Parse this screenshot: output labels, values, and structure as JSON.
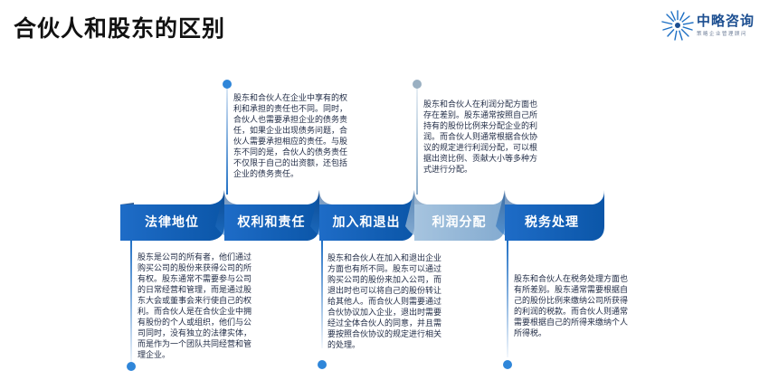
{
  "title": "合伙人和股东的区别",
  "logo": {
    "name": "中略咨询",
    "tagline": "策略企业管理顾问"
  },
  "colors": {
    "dark_blue": "#0f5fb5",
    "mid_blue": "#2f86d9",
    "light_blue": "#93b8d9",
    "dot_grey": "#9ab0c2"
  },
  "stages": [
    {
      "label": "法律地位",
      "text": "股东是公司的所有者，他们通过购买公司的股份来获得公司的所有权。股东通常不需要参与公司的日常经营和管理，而是通过股东大会或董事会来行使自己的权利。而合伙人是在合伙企业中拥有股份的个人或组织，他们与公司同时，没有独立的法律实体，而是作为一个团队共同经营和管理企业。"
    },
    {
      "label": "权利和责任",
      "text": "股东和合伙人在企业中享有的权利和承担的责任也不同。同时，合伙人也需要承担企业的债务责任，如果企业出现债务问题，合伙人需要承担相应的责任。与股东不同的是，合伙人的债务责任不仅限于自己的出资额，还包括企业的债务责任。"
    },
    {
      "label": "加入和退出",
      "text": "股东和合伙人在加入和退出企业方面也有所不同。股东可以通过购买公司的股份来加入公司，而退出时也可以将自己的股份转让给其他人。而合伙人则需要通过合伙协议加入企业，退出时需要经过全体合伙人的同意，并且需要按照合伙协议的规定进行相关的处理。"
    },
    {
      "label": "利润分配",
      "text": "股东和合伙人在利润分配方面也存在差别。股东通常按照自己所持有的股份比例来分配企业的利润。而合伙人则通常根据合伙协议的规定进行利润分配，可以根据出资比例、贡献大小等多种方式进行分配。"
    },
    {
      "label": "税务处理",
      "text": "股东和合伙人在税务处理方面也有所差别。股东通常需要根据自己的股份比例来缴纳公司所获得的利润的税款。而合伙人则通常需要根据自己的所得来缴纳个人所得税。"
    }
  ]
}
